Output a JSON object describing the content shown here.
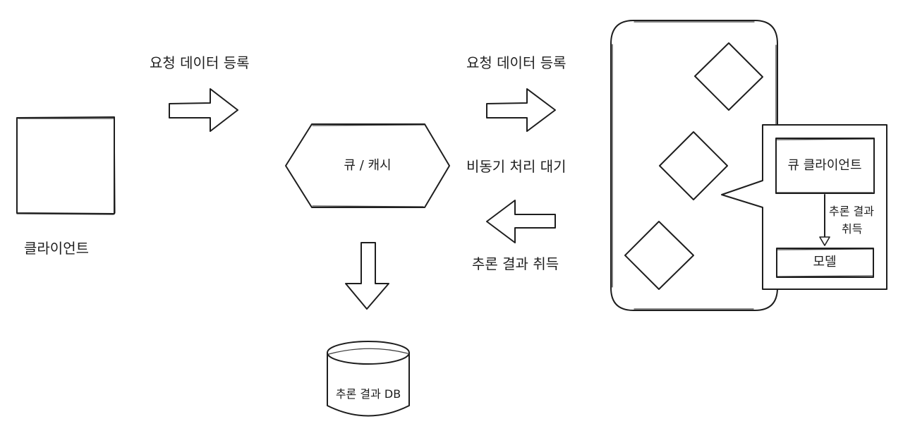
{
  "nodes": {
    "client": "클라이언트",
    "queue_cache": "큐 / 캐시",
    "result_db": "추론 결과 DB",
    "queue_client": "큐 클라이언트",
    "model": "모델"
  },
  "edges": {
    "register_1": "요청 데이터 등록",
    "register_2": "요청 데이터 등록",
    "async_wait": "비동기 처리 대기",
    "fetch_result": "추론 결과 취득",
    "fetch_result_inner_line1": "추론 결과",
    "fetch_result_inner_line2": "취득"
  }
}
